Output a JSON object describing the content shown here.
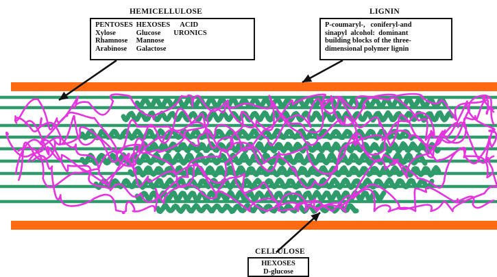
{
  "colors": {
    "boundary": "#ff6a13",
    "cellulose": "#2f9a6a",
    "hemicellulose": "#e533e0",
    "text": "#111111",
    "background": "#ffffff"
  },
  "hemicellulose": {
    "title": "HEMICELLULOSE",
    "columns": [
      {
        "header": "PENTOSES",
        "items": [
          "Xylose",
          "Rhamnose",
          "Arabinose"
        ]
      },
      {
        "header": "HEXOSES",
        "items": [
          "Glucose",
          "Mannose",
          "Galactose"
        ]
      },
      {
        "header": "ACID",
        "items": [
          "URONICS"
        ]
      }
    ]
  },
  "lignin": {
    "title": "LIGNIN",
    "lines": [
      "P-coumaryl-,   coniferyl-and",
      "sinapyl  alcohol:  dominant",
      "building blocks of the three-",
      "dimensional polymer lignin"
    ]
  },
  "cellulose": {
    "title": "CELLULOSE",
    "lines": [
      "HEXOSES",
      "D-glucose"
    ]
  }
}
